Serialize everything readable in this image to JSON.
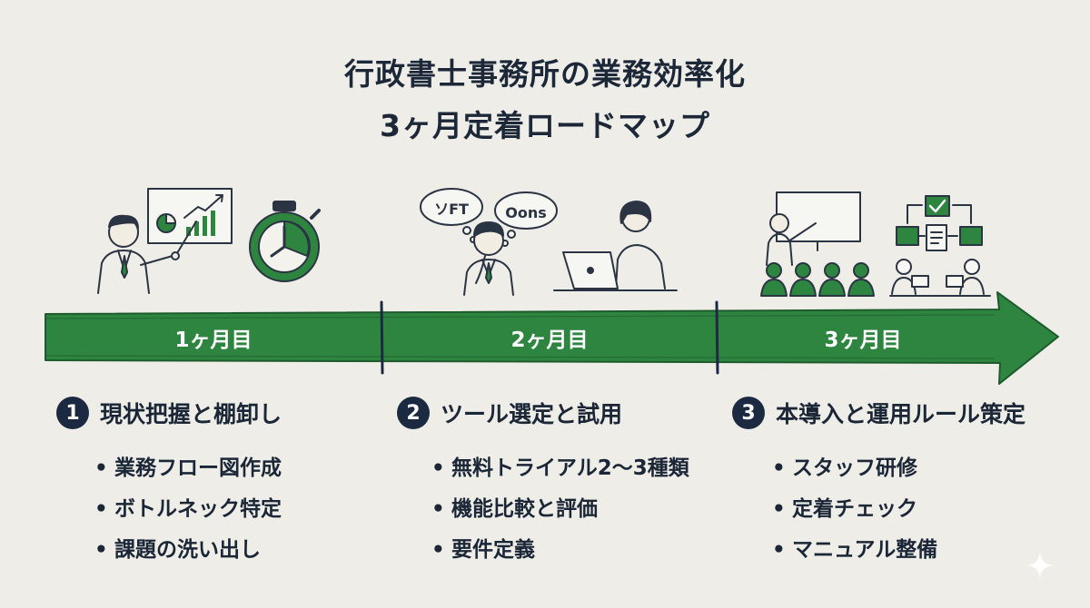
{
  "title": {
    "line1": "行政書士事務所の業務効率化",
    "line2": "3ヶ月定着ロードマップ"
  },
  "months": [
    "1ヶ月目",
    "2ヶ月目",
    "3ヶ月目"
  ],
  "phases": [
    {
      "number": "1",
      "title": "現状把握と棚卸し",
      "items": [
        "業務フロー図作成",
        "ボトルネック特定",
        "課題の洗い出し"
      ]
    },
    {
      "number": "2",
      "title": "ツール選定と試用",
      "items": [
        "無料トライアル2〜3種類",
        "機能比較と評価",
        "要件定義"
      ]
    },
    {
      "number": "3",
      "title": "本導入と運用ルール策定",
      "items": [
        "スタッフ研修",
        "定着チェック",
        "マニュアル整備"
      ]
    }
  ],
  "bubbles": [
    "ソFT",
    "Oons"
  ],
  "bullet": "•",
  "colors": {
    "arrow_green": "#2e8540",
    "navy": "#1b2a40",
    "background": "#eeede8"
  },
  "icons": [
    "presenter-icon",
    "stopwatch-icon",
    "thinking-person-icon",
    "laptop-person-icon",
    "training-class-icon",
    "workflow-icon",
    "sparkle-icon"
  ]
}
